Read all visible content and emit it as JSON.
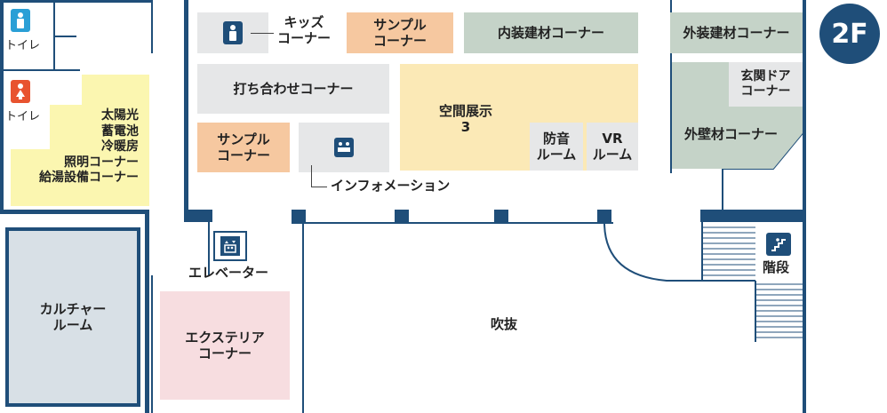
{
  "floor": "2F",
  "rooms": {
    "toilet_mens": "トイレ",
    "toilet_womens": "トイレ",
    "solar": [
      "太陽光",
      "蓄電池",
      "冷暖房",
      "照明コーナー",
      "給湯設備コーナー"
    ],
    "kids": [
      "キッズ",
      "コーナー"
    ],
    "sample_top": [
      "サンプル",
      "コーナー"
    ],
    "interior": "内装建材コーナー",
    "exterior": "外装建材コーナー",
    "entrance_door": [
      "玄関ドア",
      "コーナー"
    ],
    "meeting": "打ち合わせコーナー",
    "space": [
      "空間展示",
      "3"
    ],
    "soundproof": [
      "防音",
      "ルーム"
    ],
    "vr": [
      "VR",
      "ルーム"
    ],
    "outer_wall": "外壁材コーナー",
    "sample_left": [
      "サンプル",
      "コーナー"
    ],
    "information": "インフォメーション",
    "elevator": "エレベーター",
    "stairs": "階段",
    "culture": [
      "カルチャー",
      "ルーム"
    ],
    "exterior_corner": [
      "エクステリア",
      "コーナー"
    ],
    "atrium": "吹抜"
  },
  "icons": [
    "mens-toilet-icon",
    "womens-toilet-icon",
    "kids-icon",
    "information-icon",
    "elevator-icon",
    "stairs-icon"
  ],
  "colors": {
    "wall": "#1f4e79",
    "toilet_mens": "#2a9fd6",
    "toilet_womens": "#e8532f",
    "gray": "#e6e7e8",
    "green": "#c5d3c8",
    "orange": "#f6c8a0",
    "yellow": "#fbe9b6",
    "light_yellow": "#fbf6b0",
    "pink": "#f7dde0",
    "culture": "#d8e0e6"
  }
}
